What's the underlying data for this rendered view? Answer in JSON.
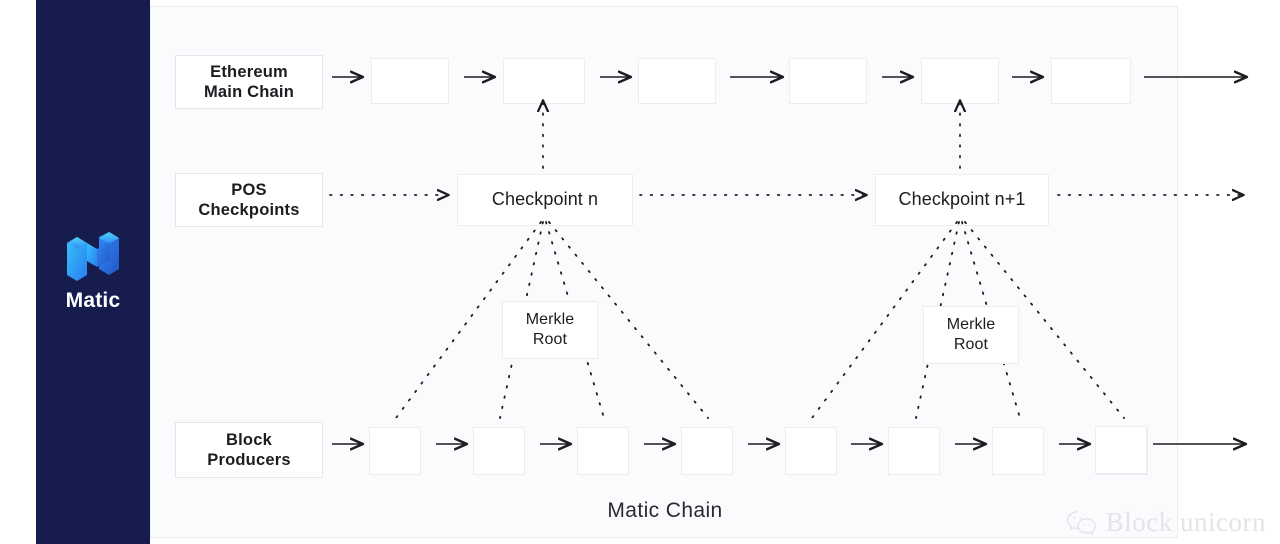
{
  "brand": {
    "name": "Matic",
    "logo_icon": "matic-isometric-m-logo",
    "sidebar_color": "#161c4e",
    "logo_gradient_from": "#2bbdf7",
    "logo_gradient_to": "#2b6def"
  },
  "diagram": {
    "caption": "Matic Chain",
    "rows": [
      {
        "id": "ethereum-main-chain",
        "label": "Ethereum\nMain Chain",
        "label_line1": "Ethereum",
        "label_line2": "Main Chain",
        "connector": "solid-arrow",
        "blocks": [
          "",
          "",
          "",
          "",
          "",
          ""
        ]
      },
      {
        "id": "pos-checkpoints",
        "label_line1": "POS",
        "label_line2": "Checkpoints",
        "connector": "dotted-arrow",
        "checkpoints": [
          "Checkpoint n",
          "Checkpoint n+1"
        ]
      },
      {
        "id": "merkle-roots",
        "nodes": [
          {
            "line1": "Merkle",
            "line2": "Root"
          },
          {
            "line1": "Merkle",
            "line2": "Root"
          }
        ]
      },
      {
        "id": "block-producers",
        "label_line1": "Block",
        "label_line2": "Producers",
        "connector": "solid-arrow",
        "blocks": [
          "",
          "",
          "",
          "",
          "",
          "",
          "",
          "",
          ""
        ]
      }
    ]
  },
  "watermark": {
    "icon": "wechat-icon",
    "text": "Block unicorn"
  },
  "colors": {
    "panel_bg": "#fafbfc",
    "box_border": "#ebedf0",
    "box_fill": "#ffffff",
    "arrow": "#1c1c21",
    "text": "#1c1c21"
  }
}
